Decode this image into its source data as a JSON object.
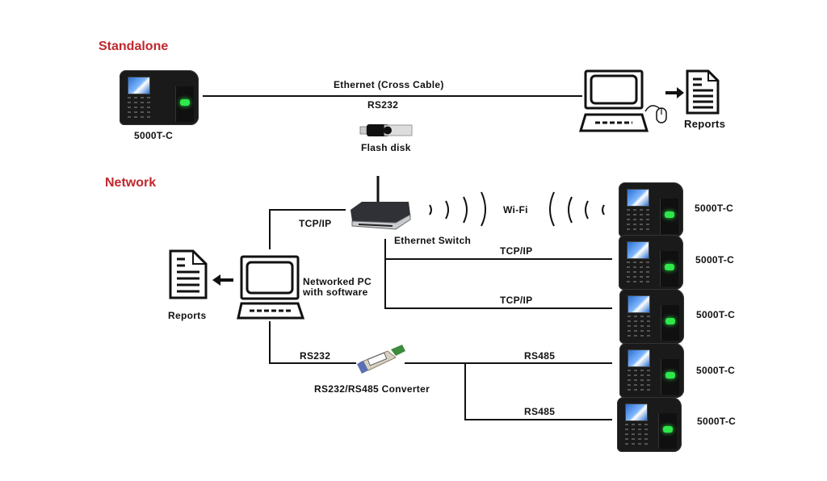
{
  "sections": {
    "standalone": {
      "title": "Standalone",
      "device_label": "5000T-C",
      "link_top_label": "Ethernet  (Cross Cable)",
      "link_bottom_label": "RS232",
      "flash_label": "Flash disk",
      "reports_label": "Reports"
    },
    "network": {
      "title": "Network",
      "pc_label_line1": "Networked PC",
      "pc_label_line2": "with software",
      "reports_label": "Reports",
      "switch_label": "Ethernet Switch",
      "pc_switch_link": "TCP/IP",
      "converter_label": "RS232/RS485 Converter",
      "pc_converter_link": "RS232",
      "devices": [
        {
          "link": "Wi-Fi",
          "label": "5000T-C"
        },
        {
          "link": "TCP/IP",
          "label": "5000T-C"
        },
        {
          "link": "TCP/IP",
          "label": "5000T-C"
        },
        {
          "link": "RS485",
          "label": "5000T-C"
        },
        {
          "link": "RS485",
          "label": "5000T-C"
        }
      ]
    }
  },
  "colors": {
    "heading": "#c0272d",
    "line": "#111111",
    "led": "#2ee84a"
  }
}
